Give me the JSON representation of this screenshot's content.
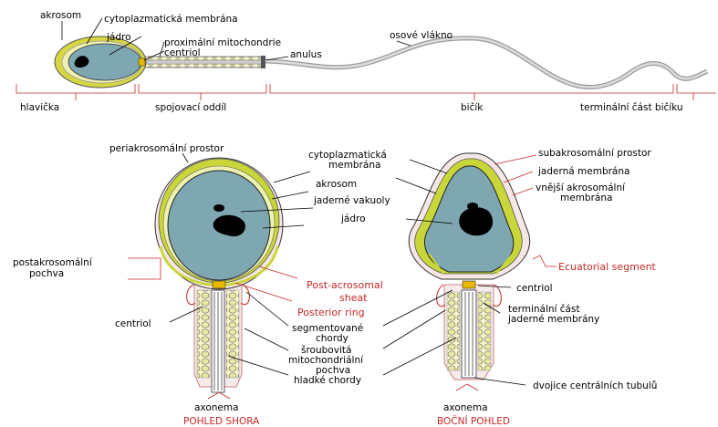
{
  "top": {
    "labels": {
      "akrosom": "akrosom",
      "cytoplasmatic": "cytoplazmatická membrána",
      "jadro": "jádro",
      "proximal": "proximální mitochondrie",
      "centriol": "centriol",
      "anulus": "anulus",
      "osove": "osové vlákno"
    },
    "regions": {
      "hlavicka": "hlavička",
      "spojovaci": "spojovací oddíl",
      "bicik": "bičík",
      "terminal": "terminální část bičíku"
    }
  },
  "left": {
    "labels": {
      "periakro": "periakrosomální prostor",
      "cyto1": "cytoplazmatická",
      "cyto2": "membrána",
      "akrosom": "akrosom",
      "vakuoly": "jaderné vakuoly",
      "jadro": "jádro",
      "postakro1": "postakrosomální",
      "postakro2": "pochva",
      "postAcro1": "Post-acrosomal",
      "postAcro2": "sheat",
      "posteriorRing": "Posterior ring",
      "segment1": "segmentované",
      "segment2": "chordy",
      "srou1": "šroubovitá",
      "srou2": "mitochondriální",
      "srou3": "pochva",
      "hladke": "hladké chordy",
      "centriol": "centriol",
      "axonema": "axonema",
      "view": "POHLED SHORA"
    }
  },
  "right": {
    "labels": {
      "subakro": "subakrosomální prostor",
      "jaderna": "jaderná membrána",
      "vnejsi1": "vnější akrosomální",
      "vnejsi2": "membrána",
      "ecuatorial": "Ecuatorial segment",
      "centriol": "centriol",
      "terminal1": "terminální část",
      "terminal2": "jaderné membrány",
      "dvojice": "dvojice centrálních tubulů",
      "axonema": "axonema",
      "view": "BOČNÍ POHLED"
    }
  }
}
